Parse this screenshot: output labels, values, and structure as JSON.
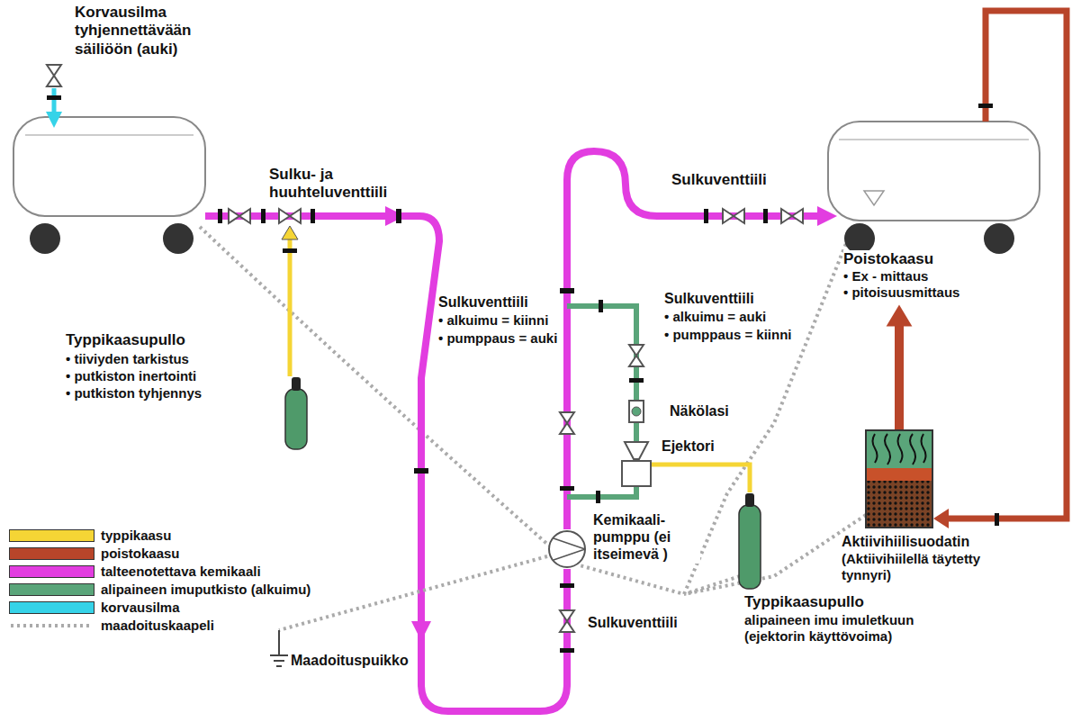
{
  "diagram": {
    "nodes": [
      {
        "text": [
          "Typpikaasupullo",
          "• tiiviyden tarkistus",
          "• putkiston inertointi",
          "• putkiston tyhjennys"
        ]
      },
      {
        "text": [
          "Näkölasi"
        ]
      },
      {
        "text": [
          "Ejektori"
        ]
      },
      {
        "text": [
          "Poistokaasu",
          "• Ex - mittaus",
          "• pitoisuusmittaus"
        ]
      },
      {
        "text": [
          "Kemikaali- pumppu (ei itseimevä )"
        ]
      },
      {
        "text": [
          "Aktiivihiilisuodatin",
          "(Aktiivihiilellä täytetty tynnyri)"
        ]
      },
      {
        "text": [
          "Typpikaasupullo",
          "alipaineen imu imuletkuun (ejektorin käyttövoima)"
        ]
      },
      {
        "text": [
          "Maadoituspuikko"
        ]
      }
    ],
    "edges": [
      {
        "from": 6,
        "to": 2,
        "arrow": "none"
      },
      {
        "from": 1,
        "to": 2,
        "arrow": "none"
      },
      {
        "from": 4,
        "to": 7,
        "arrow": "none"
      },
      {
        "from": 5,
        "to": 3,
        "arrow": "to"
      }
    ],
    "labels": [
      "Korvausilma tyhjennettävään säiliöön (auki)",
      "Sulku- ja huuhteluventtiili",
      "Sulkuventtiili",
      "Sulkuventtiili",
      "• alkuimu = auki",
      "• pumppaus = kiinni",
      "Sulkuventtiili",
      "• alkuimu = kiinni",
      "• pumppaus = auki",
      "Sulkuventtiili"
    ],
    "legend": [
      {
        "text": "typpikaasu",
        "color": "#f5d535"
      },
      {
        "text": "poistokaasu",
        "color": "#b8452a"
      },
      {
        "text": "talteenotettava kemikaali",
        "color": "#e23de0"
      },
      {
        "text": "alipaineen imuputkisto (alkuimu)",
        "color": "#5aa57a"
      },
      {
        "text": "korvausilma",
        "color": "#36d3e8"
      },
      {
        "text": "maadoituskaapeli"
      }
    ]
  }
}
